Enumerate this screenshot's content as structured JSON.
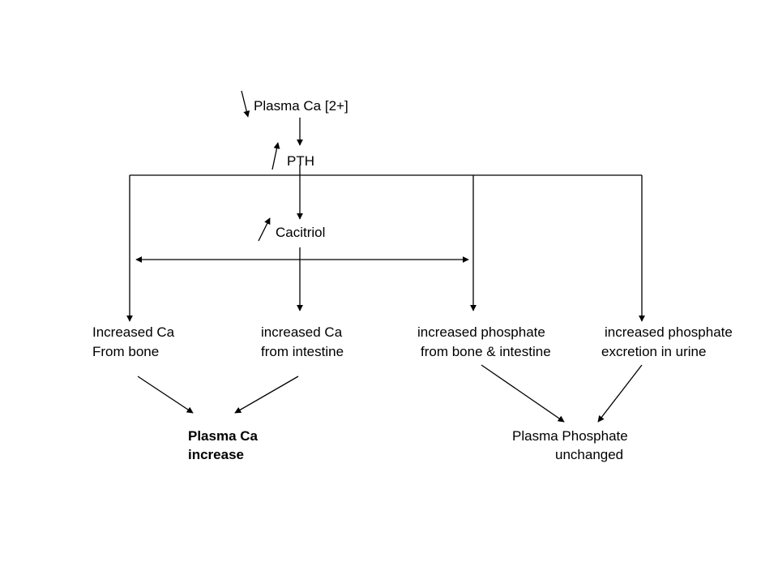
{
  "nodes": {
    "plasma_ca": "Plasma Ca [2+]",
    "pth": "PTH",
    "cacitriol": "Cacitriol",
    "effects": [
      {
        "line1": "Increased Ca",
        "line2": "From bone"
      },
      {
        "line1": "increased Ca",
        "line2": "from intestine"
      },
      {
        "line1": "increased phosphate",
        "line2": "from bone & intestine"
      },
      {
        "line1": "increased phosphate",
        "line2": "excretion in urine"
      }
    ],
    "outcome_ca": {
      "line1": "Plasma Ca",
      "line2": "increase"
    },
    "outcome_phosphate": {
      "line1": "Plasma Phosphate",
      "line2": "unchanged"
    }
  },
  "indicators": {
    "plasma_ca": "decrease-arrow",
    "pth": "increase-arrow",
    "cacitriol": "increase-arrow"
  },
  "colors": {
    "line": "#000000",
    "text": "#000000",
    "background": "#ffffff"
  }
}
